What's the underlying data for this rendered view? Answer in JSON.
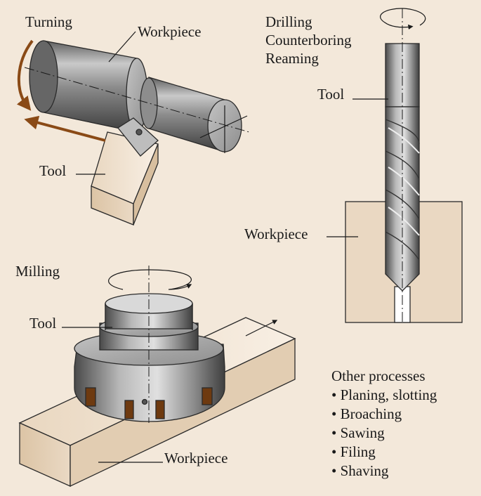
{
  "turning": {
    "title": "Turning",
    "workpiece_label": "Workpiece",
    "tool_label": "Tool"
  },
  "drilling": {
    "title_lines": [
      "Drilling",
      "Counterboring",
      "Reaming"
    ],
    "tool_label": "Tool",
    "workpiece_label": "Workpiece"
  },
  "milling": {
    "title": "Milling",
    "tool_label": "Tool",
    "workpiece_label": "Workpiece"
  },
  "other": {
    "heading": "Other processes",
    "items": [
      "• Planing, slotting",
      "• Broaching",
      "• Sawing",
      "• Filing",
      "• Shaving"
    ]
  },
  "colors": {
    "background": "#f3e8da",
    "motion_arrow": "#8a4a16",
    "insert": "#6e3a10"
  }
}
